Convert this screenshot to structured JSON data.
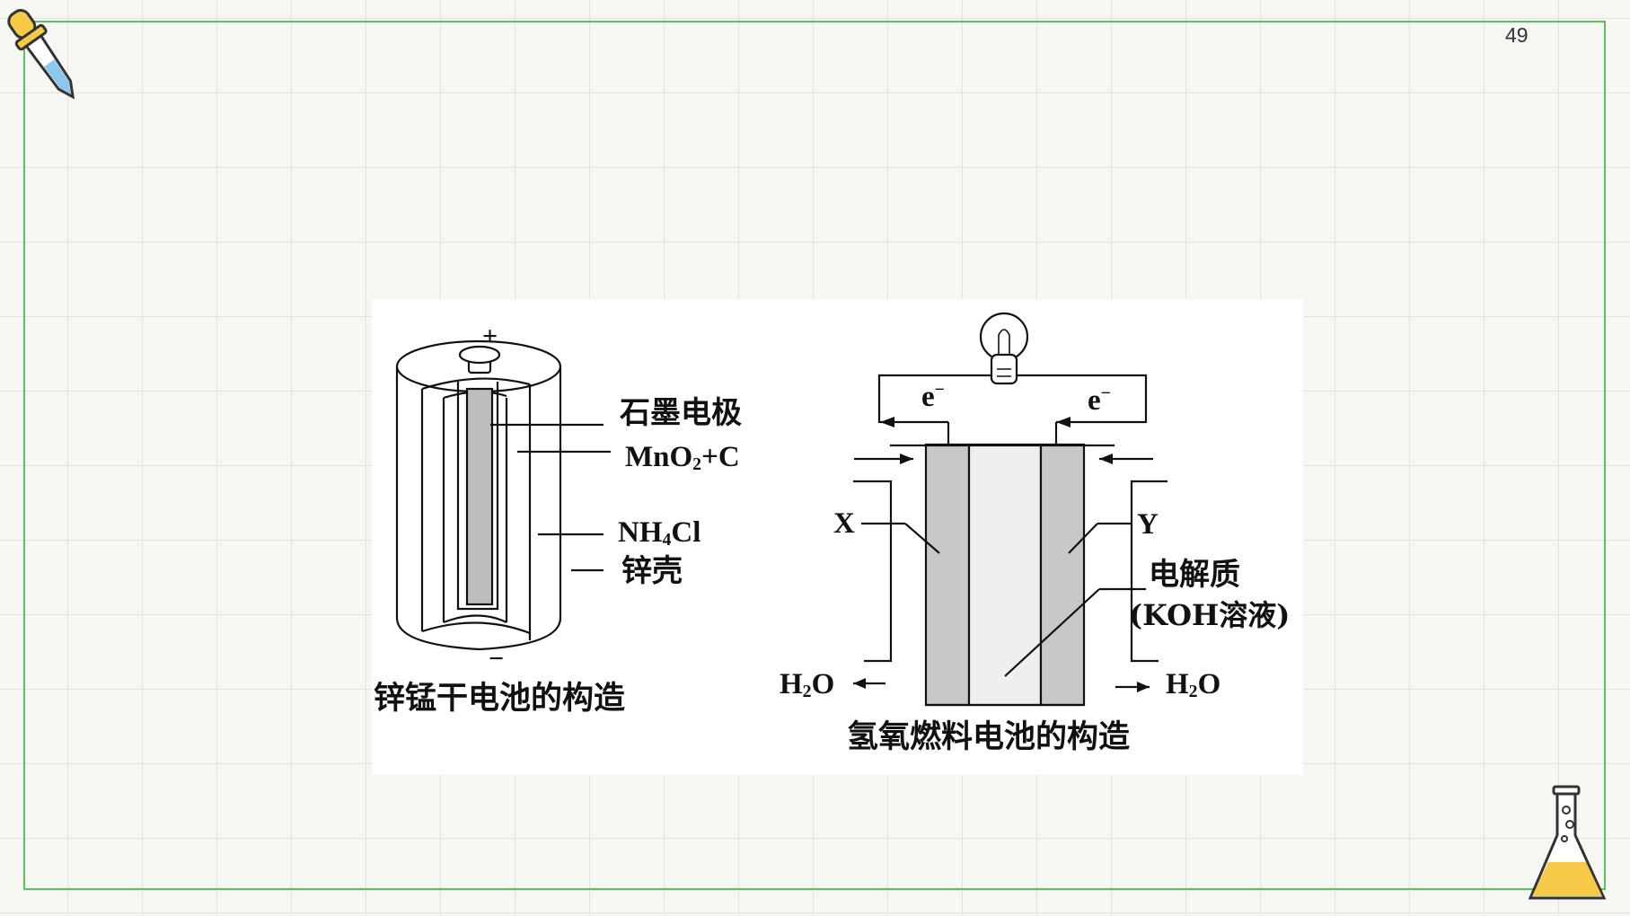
{
  "page_number": "49",
  "dry_cell": {
    "plus_sign": "+",
    "minus_sign": "−",
    "labels": {
      "graphite": "石墨电极",
      "mno2": {
        "main": "MnO",
        "sub": "2",
        "tail": "+C"
      },
      "nh4cl": {
        "main": "NH",
        "sub": "4",
        "tail": "Cl"
      },
      "zinc_shell": "锌壳"
    },
    "caption": "锌锰干电池的构造"
  },
  "fuel_cell": {
    "electron_left": {
      "main": "e",
      "sup": "−"
    },
    "electron_right": {
      "main": "e",
      "sup": "−"
    },
    "x_label": "X",
    "y_label": "Y",
    "electrolyte": "电解质",
    "electrolyte_detail": "(KOH溶液)",
    "water_left": {
      "main": "H",
      "sub": "2",
      "tail": "O"
    },
    "water_right": {
      "main": "H",
      "sub": "2",
      "tail": "O"
    },
    "caption": "氢氧燃料电池的构造"
  },
  "colors": {
    "frame": "#5cc45c",
    "grid": "#e2e2de",
    "electrode_fill": "#c8c8c8",
    "electrolyte_fill": "#efefef",
    "flask_liquid": "#f7c948"
  }
}
